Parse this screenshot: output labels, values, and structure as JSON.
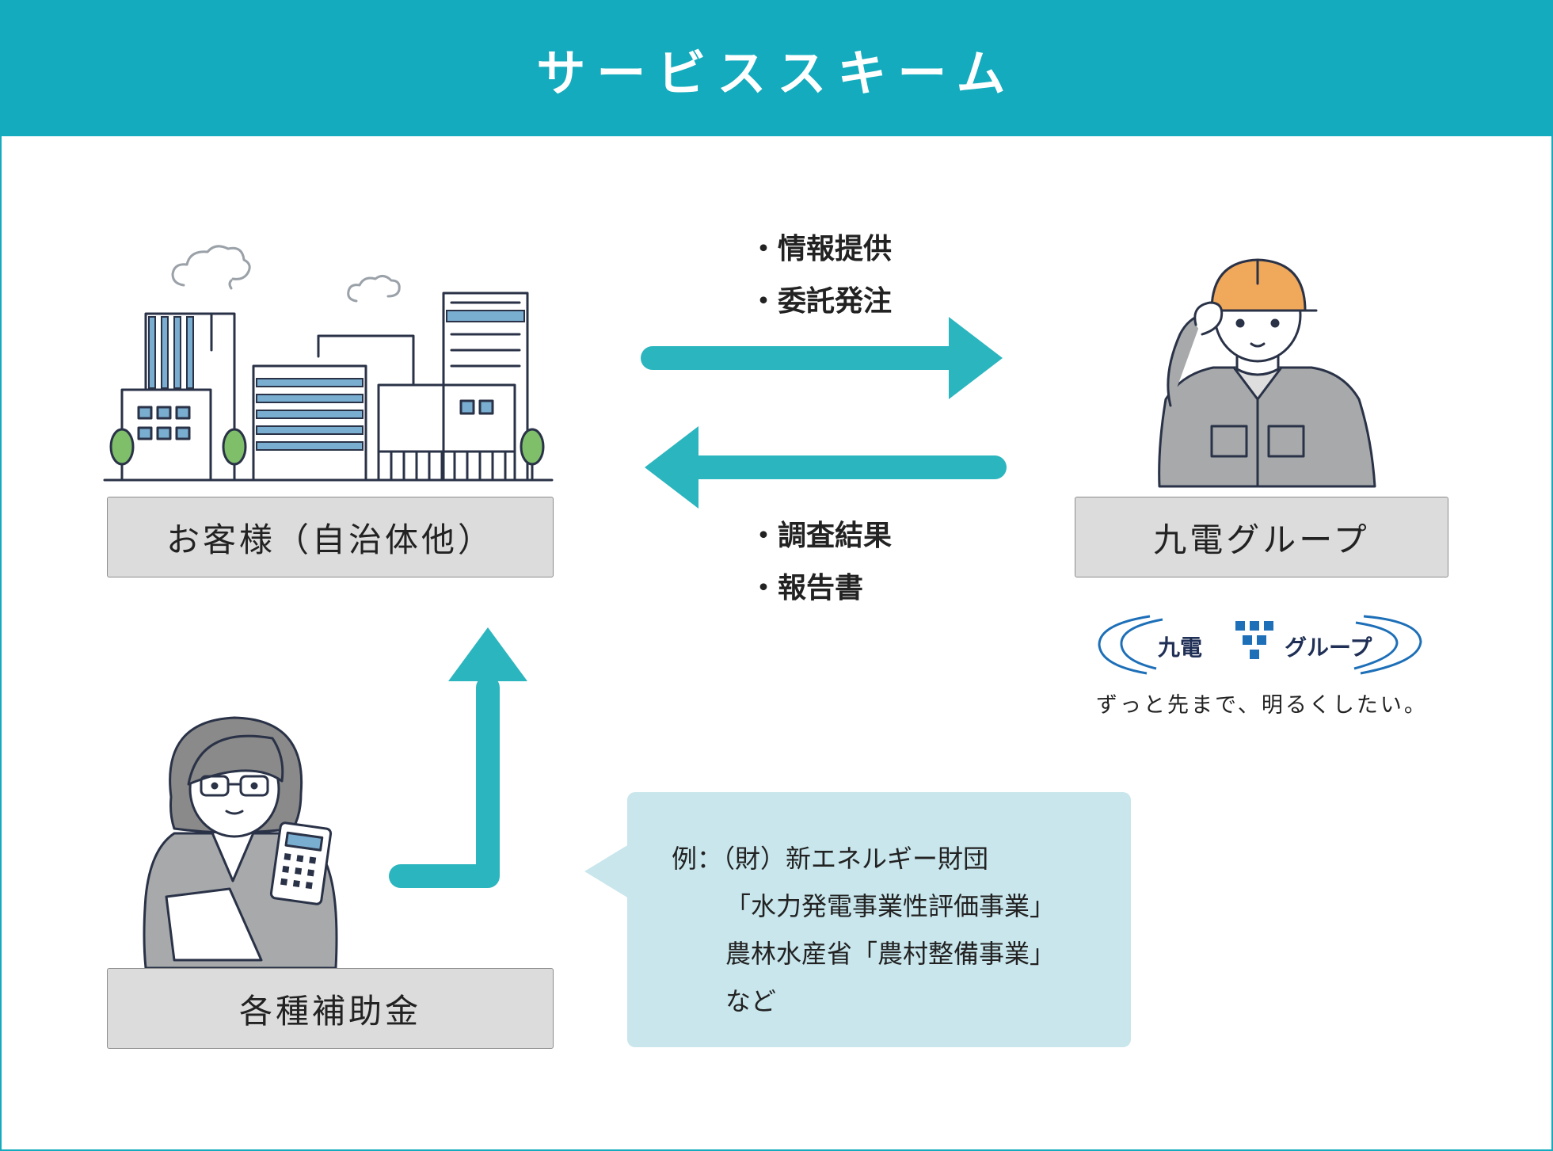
{
  "header": {
    "title": "サービススキーム"
  },
  "customer": {
    "label": "お客様（自治体他）"
  },
  "group": {
    "label": "九電グループ"
  },
  "subsidy": {
    "label": "各種補助金"
  },
  "arrow_right_labels": [
    "・情報提供",
    "・委託発注"
  ],
  "arrow_left_labels": [
    "・調査結果",
    "・報告書"
  ],
  "example": {
    "lines": [
      "例：（財）新エネルギー財団",
      "「水力発電事業性評価事業」",
      "農林水産省「農村整備事業」",
      "など"
    ]
  },
  "logo": {
    "text_left": "九電",
    "text_right": "グループ",
    "slogan": "ずっと先まで、明るくしたい。"
  },
  "colors": {
    "teal": "#13abbd",
    "arrow": "#2bb5be",
    "box": "#dcdcdc",
    "bubble": "#c8e6ec",
    "logo_blue": "#1d6fb8"
  }
}
